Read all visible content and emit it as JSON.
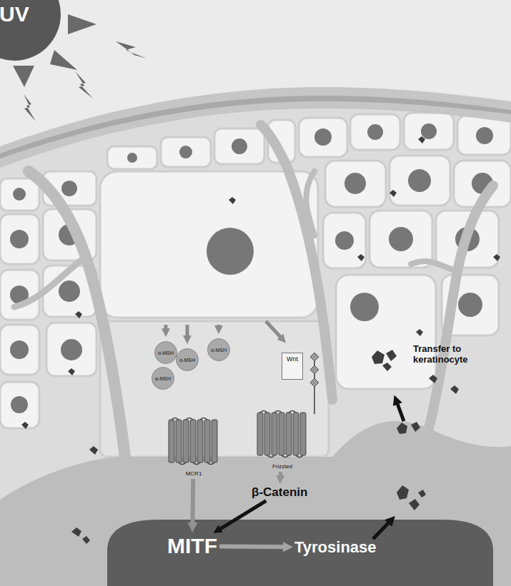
{
  "diagram": {
    "nodes": [
      {
        "text": [
          "UV"
        ]
      },
      {
        "text": [
          "α-MSH"
        ]
      },
      {
        "text": [
          "α-MSH"
        ]
      },
      {
        "text": [
          "α-MSH"
        ]
      },
      {
        "text": [
          "α-MSH"
        ]
      },
      {
        "text": [
          "MCR1"
        ]
      },
      {
        "text": [
          "Wnt"
        ]
      },
      {
        "text": [
          "Frizzled"
        ]
      },
      {
        "text": [
          "β-Catenin"
        ]
      },
      {
        "text": [
          "MITF"
        ]
      },
      {
        "text": [
          "Tyrosinase"
        ]
      }
    ],
    "edges": [
      {
        "from": 5,
        "to": 9,
        "arrow": "to"
      },
      {
        "from": 7,
        "to": 8,
        "arrow": "to"
      },
      {
        "from": 8,
        "to": 9,
        "arrow": "to"
      },
      {
        "from": 9,
        "to": 10,
        "arrow": "to"
      }
    ],
    "labels": [
      "Transfer to keratinocyte"
    ]
  }
}
